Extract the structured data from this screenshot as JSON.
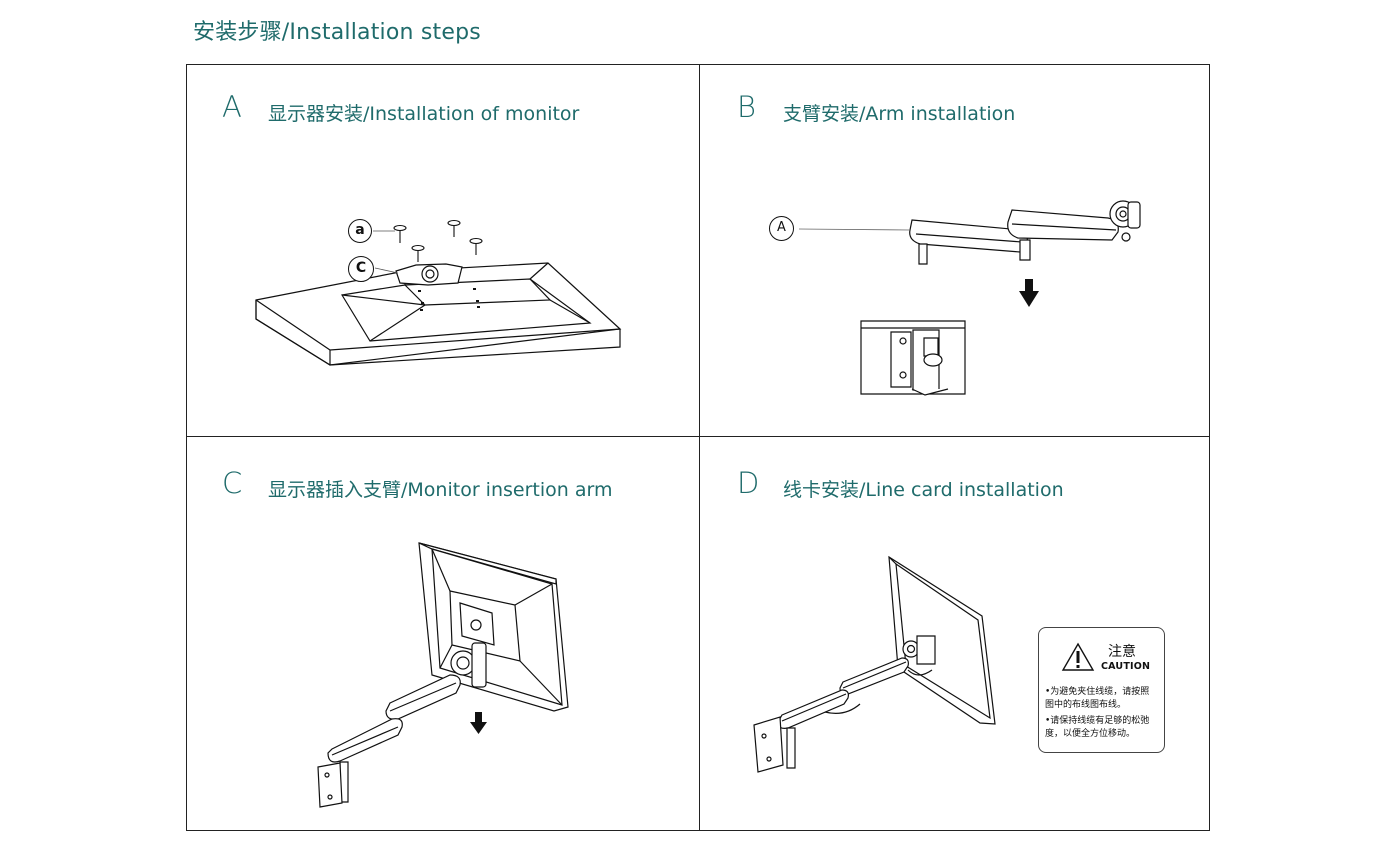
{
  "page_title": "安装步骤/Installation steps",
  "panels": [
    {
      "letter": "A",
      "title": "显示器安装/Installation of monitor",
      "callouts": [
        "a",
        "C"
      ]
    },
    {
      "letter": "B",
      "title": "支臂安装/Arm installation",
      "callouts": [
        "A"
      ]
    },
    {
      "letter": "C",
      "title": "显示器插入支臂/Monitor insertion arm"
    },
    {
      "letter": "D",
      "title": "线卡安装/Line card installation"
    }
  ],
  "caution": {
    "title_cn": "注意",
    "title_en": "CAUTION",
    "lines": [
      "•为避免夹住线缆，请按照",
      "  图中的布线图布线。",
      "•请保持线缆有足够的松弛",
      "  度，以便全方位移动。"
    ]
  },
  "colors": {
    "accent": "#1f6b6b",
    "line": "#222222"
  }
}
